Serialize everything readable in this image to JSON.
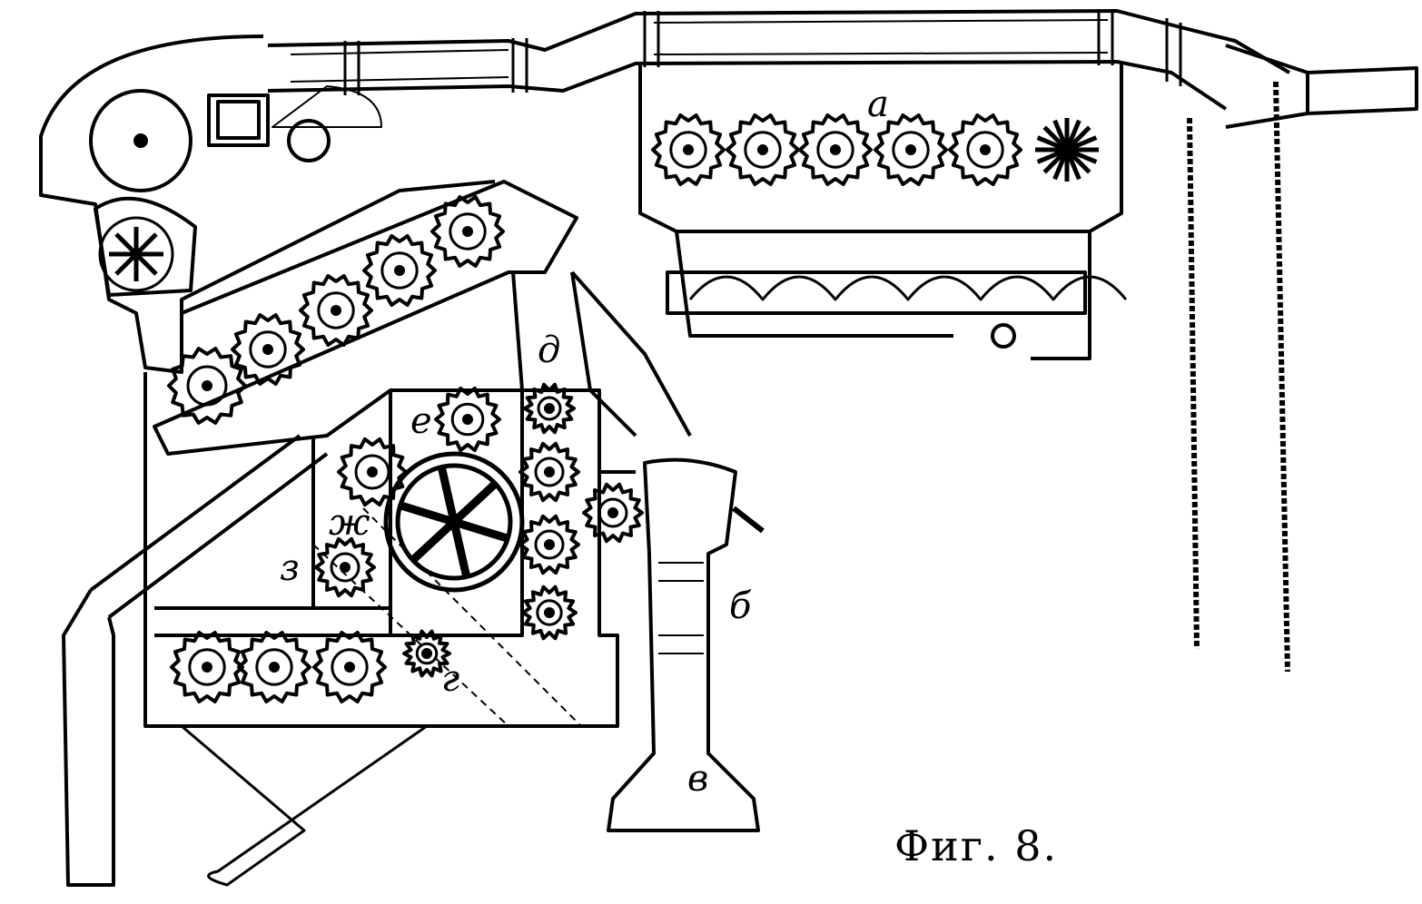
{
  "figure": {
    "caption": "Фиг. 8.",
    "labels": {
      "a": "а",
      "b": "б",
      "v": "в",
      "g": "г",
      "d": "д",
      "e": "е",
      "zh": "ж",
      "z": "з"
    }
  },
  "colors": {
    "ink": "#000000",
    "paper": "#ffffff"
  }
}
